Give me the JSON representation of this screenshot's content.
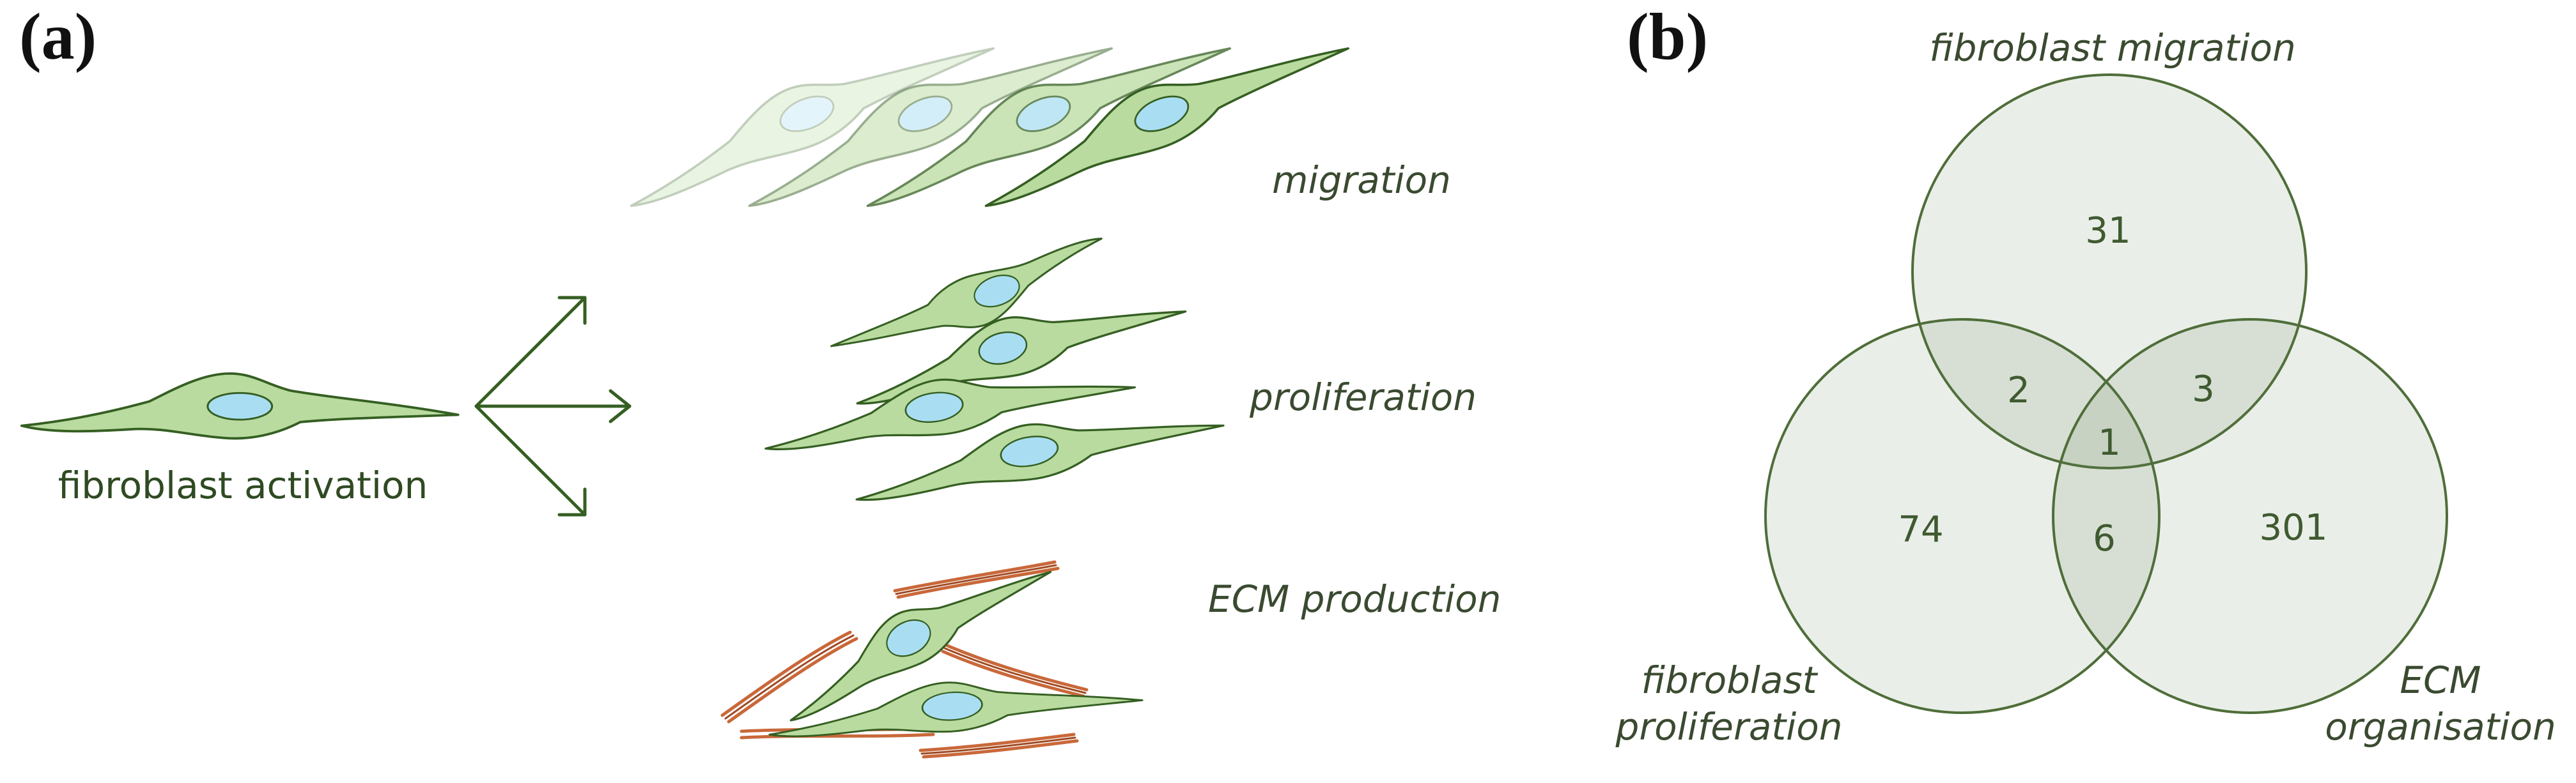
{
  "panel_a": {
    "label": "(a)",
    "source_caption": "fibroblast activation",
    "outcomes": [
      {
        "id": "migration",
        "caption": "migration"
      },
      {
        "id": "proliferation",
        "caption": "proliferation"
      },
      {
        "id": "ecm",
        "caption": "ECM production"
      }
    ]
  },
  "panel_b": {
    "label": "(b)",
    "sets": {
      "top": {
        "line1": "fibroblast migration"
      },
      "left": {
        "line1": "fibroblast",
        "line2": "proliferation"
      },
      "right": {
        "line1": "ECM",
        "line2": "organisation"
      }
    },
    "regions": {
      "top_only": "31",
      "left_only": "74",
      "right_only": "301",
      "top_left": "2",
      "top_right": "3",
      "left_right": "6",
      "all_three": "1"
    }
  },
  "colors": {
    "cell_fill": "#b9dba0",
    "cell_stroke": "#355f22",
    "nucleus": "#a9def2",
    "collagen": "#c9683a",
    "venn_fill": "#e9ece4",
    "venn_stroke": "#4f6e3a"
  },
  "icons": [
    "arrow-up-right-icon",
    "arrow-right-icon",
    "arrow-down-right-icon"
  ]
}
